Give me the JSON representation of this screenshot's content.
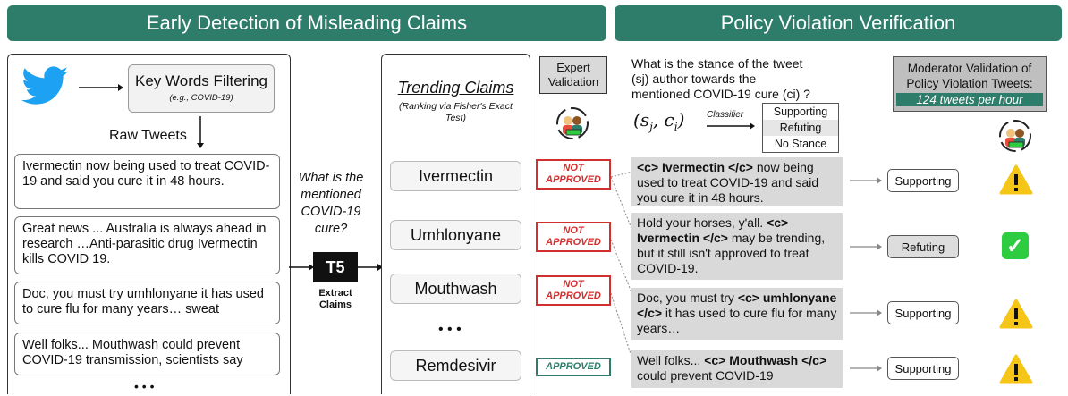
{
  "banners": {
    "left": "Early Detection of Misleading Claims",
    "right": "Policy Violation Verification"
  },
  "filter": {
    "title": "Key Words Filtering",
    "example": "(e.g., COVID-19)",
    "raw_tweets": "Raw Tweets"
  },
  "tweets": [
    "Ivermectin now being used to treat COVID-19 and said you cure it in 48 hours.",
    "Great news ... Australia is always ahead in research …Anti-parasitic drug Ivermectin kills COVID 19.",
    "Doc, you must try umhlonyane it has used to cure flu for many years… sweat",
    "Well folks... Mouthwash could prevent COVID-19 transmission, scientists say"
  ],
  "ellipsis": "• • •",
  "question": "What is the mentioned COVID-19 cure?",
  "t5": {
    "label": "T5",
    "caption": "Extract Claims"
  },
  "trending": {
    "title": "Trending Claims",
    "subtitle": "(Ranking via Fisher's Exact Test)",
    "claims": [
      "Ivermectin",
      "Umhlonyane",
      "Mouthwash",
      "Remdesivir"
    ],
    "dots": "• • •"
  },
  "expert": {
    "label": "Expert Validation",
    "stamps": [
      "NOT APPROVED",
      "NOT APPROVED",
      "NOT APPROVED",
      "APPROVED"
    ]
  },
  "stance": {
    "question": "What is the stance of the tweet (sj) author towards the mentioned COVID-19 cure (ci) ?",
    "formula": "(s_j, c_i)",
    "classifier": "Classifier",
    "options": [
      "Supporting",
      "Refuting",
      "No Stance"
    ]
  },
  "moderator": {
    "title": "Moderator Validation of Policy Violation Tweets:",
    "rate": "124 tweets per hour"
  },
  "verification": [
    {
      "pre": "",
      "bold": "<c> Ivermectin </c>",
      "post": " now being used to treat COVID-19 and said you cure it in 48 hours.",
      "result": "Supporting",
      "flag": "warning-icon"
    },
    {
      "pre": "Hold your horses, y'all. ",
      "bold": "<c> Ivermectin </c>",
      "post": " may be trending, but it still isn't approved to treat COVID-19.",
      "result": "Refuting",
      "flag": "checkmark-icon"
    },
    {
      "pre": "Doc, you must try ",
      "bold": "<c> umhlonyane </c>",
      "post": " it has used to cure flu for many years…",
      "result": "Supporting",
      "flag": "warning-icon"
    },
    {
      "pre": "Well folks... ",
      "bold": "<c> Mouthwash </c>",
      "post": " could prevent COVID-19",
      "result": "Supporting",
      "flag": "warning-icon"
    }
  ],
  "colors": {
    "banner": "#2e7d6b",
    "not_approved": "#d32f2f",
    "approved": "#2e7d6b",
    "twitter": "#1da1f2",
    "warning": "#f5c518",
    "check": "#2ecc40"
  }
}
